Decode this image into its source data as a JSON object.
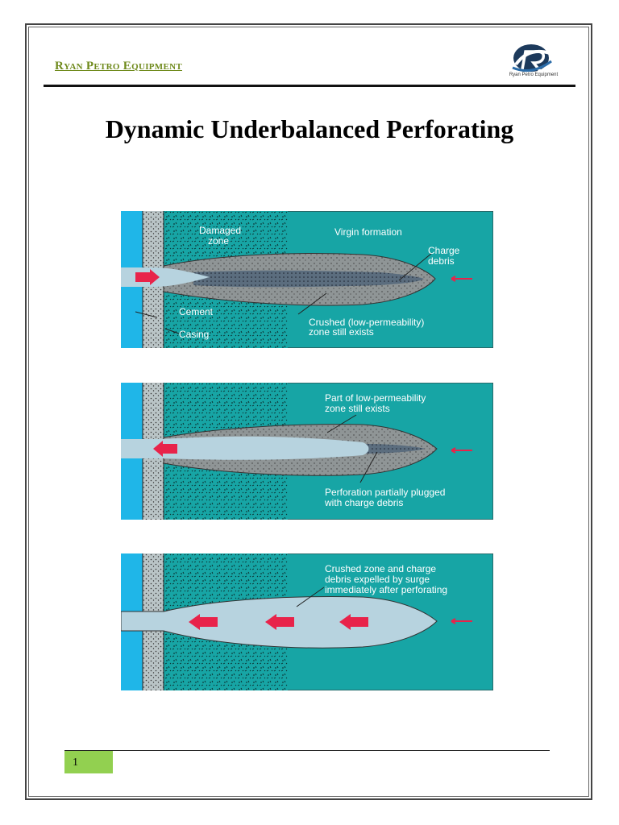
{
  "header": {
    "company": "Ryan Petro Equipment",
    "logo_caption": "Ryan Petro Equipment",
    "logo_icon": "rp-logo-icon"
  },
  "title": "Dynamic Underbalanced Perforating",
  "colors": {
    "formation": "#17a5a5",
    "casing": "#1fb6e8",
    "cement": "#b9c4c6",
    "crushed_zone": "#8f9596",
    "debris": "#5b6d7e",
    "tunnel": "#b7d3df",
    "arrow": "#e8234a"
  },
  "panels": [
    {
      "labels": {
        "damaged_zone_1": "Damaged",
        "damaged_zone_2": "zone",
        "virgin": "Virgin formation",
        "charge_1": "Charge",
        "charge_2": "debris",
        "cement": "Cement",
        "casing": "Casing",
        "crushed_1": "Crushed (low-permeability)",
        "crushed_2": "zone still exists"
      }
    },
    {
      "labels": {
        "part_1": "Part of low-permeability",
        "part_2": "zone still exists",
        "perf_1": "Perforation partially plugged",
        "perf_2": "with charge debris"
      }
    },
    {
      "labels": {
        "crushed_1": "Crushed zone and charge",
        "crushed_2": "debris expelled by surge",
        "crushed_3": "immediately after perforating"
      }
    }
  ],
  "footer": {
    "page_number": "1"
  }
}
